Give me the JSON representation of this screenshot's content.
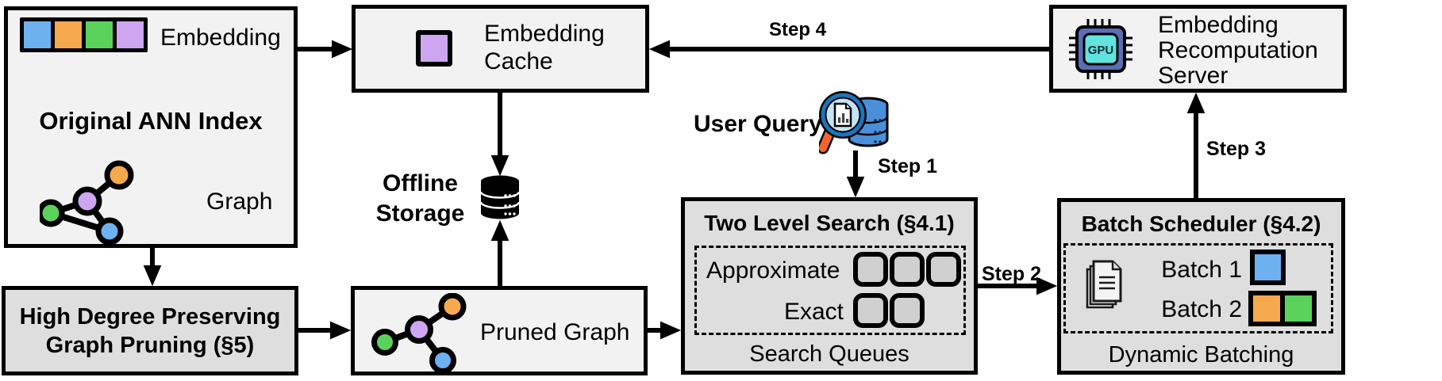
{
  "diagram": {
    "ann_index": {
      "embedding_label": "Embedding",
      "title": "Original ANN Index",
      "graph_label": "Graph"
    },
    "embedding_cache": {
      "title": "Embedding Cache"
    },
    "recomputation_server": {
      "title": "Embedding Recomputation Server",
      "gpu_label": "GPU"
    },
    "offline_storage": {
      "label": "Offline Storage"
    },
    "user_query": {
      "label": "User Query"
    },
    "two_level_search": {
      "title": "Two Level Search (§4.1)",
      "level1_label": "Approximate",
      "level2_label": "Exact",
      "caption": "Search Queues",
      "approximate_queue_slots": 3,
      "exact_queue_slots": 2
    },
    "batch_scheduler": {
      "title": "Batch Scheduler (§4.2)",
      "batch1_label": "Batch 1",
      "batch2_label": "Batch 2",
      "caption": "Dynamic Batching"
    },
    "graph_pruning": {
      "title_line1": "High Degree Preserving",
      "title_line2": "Graph Pruning (§5)"
    },
    "pruned_graph": {
      "label": "Pruned Graph"
    },
    "steps": {
      "step1": "Step 1",
      "step2": "Step 2",
      "step3": "Step 3",
      "step4": "Step 4"
    },
    "colors": {
      "embedding_blue": "#6DB1F0",
      "embedding_orange": "#F7A94E",
      "embedding_green": "#5BD25C",
      "embedding_purple": "#CDA5F0",
      "box_light": "#F2F2F2",
      "box_gray": "#DEDEDE",
      "gpu_chip_body": "#5A6DB5",
      "gpu_chip_core": "#62E3DD",
      "magnifier_handle_orange": "#F2652E",
      "magnifier_ring_blue": "#1D74BA",
      "query_database_blue": "#4A8FD9",
      "line_black": "#000000"
    }
  }
}
